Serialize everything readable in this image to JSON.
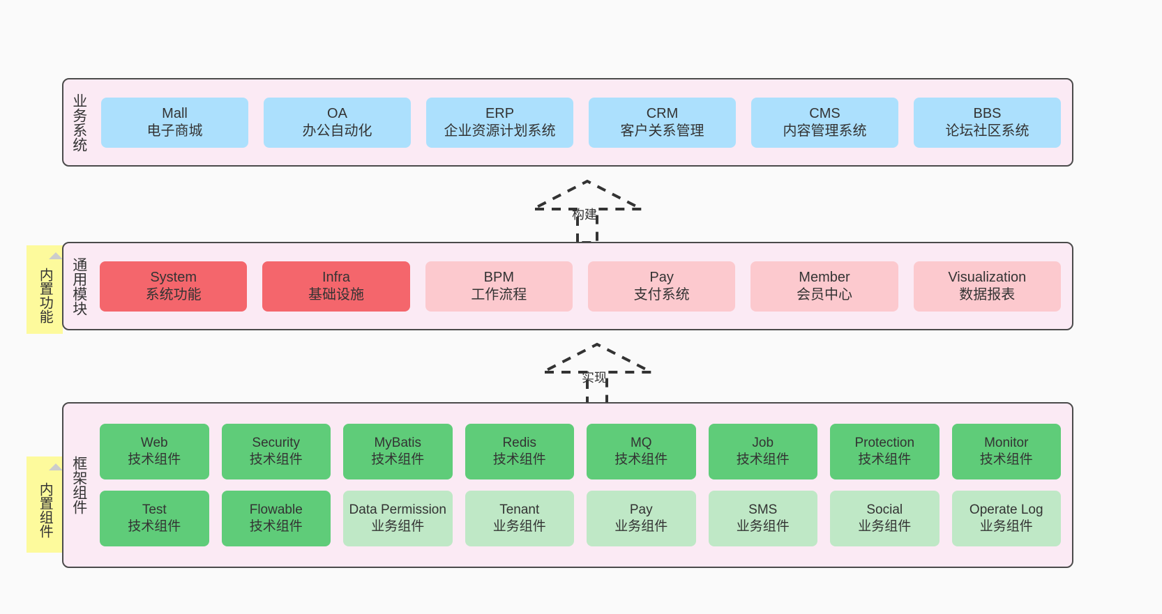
{
  "diagram": {
    "title": "System architecture layers",
    "background_color": "#fafafa",
    "panel_color": "#fbeaf4",
    "note_color": "#fdfa9c"
  },
  "layers": [
    {
      "id": "business",
      "title": "业务系统",
      "note": null,
      "rows": [
        {
          "cards": [
            {
              "name": "Mall",
              "desc": "电子商城",
              "color": "#ace0fd",
              "variant": "c-blue"
            },
            {
              "name": "OA",
              "desc": "办公自动化",
              "color": "#ace0fd",
              "variant": "c-blue"
            },
            {
              "name": "ERP",
              "desc": "企业资源计划系统",
              "color": "#ace0fd",
              "variant": "c-blue"
            },
            {
              "name": "CRM",
              "desc": "客户关系管理",
              "color": "#ace0fd",
              "variant": "c-blue"
            },
            {
              "name": "CMS",
              "desc": "内容管理系统",
              "color": "#ace0fd",
              "variant": "c-blue"
            },
            {
              "name": "BBS",
              "desc": "论坛社区系统",
              "color": "#ace0fd",
              "variant": "c-blue"
            }
          ]
        }
      ]
    },
    {
      "id": "common",
      "title": "通用模块",
      "note": "内置功能",
      "rows": [
        {
          "cards": [
            {
              "name": "System",
              "desc": "系统功能",
              "color": "#f4666c",
              "variant": "c-red"
            },
            {
              "name": "Infra",
              "desc": "基础设施",
              "color": "#f4666c",
              "variant": "c-red"
            },
            {
              "name": "BPM",
              "desc": "工作流程",
              "color": "#fcc9ce",
              "variant": "c-pink"
            },
            {
              "name": "Pay",
              "desc": "支付系统",
              "color": "#fcc9ce",
              "variant": "c-pink"
            },
            {
              "name": "Member",
              "desc": "会员中心",
              "color": "#fcc9ce",
              "variant": "c-pink"
            },
            {
              "name": "Visualization",
              "desc": "数据报表",
              "color": "#fcc9ce",
              "variant": "c-pink"
            }
          ]
        }
      ]
    },
    {
      "id": "framework",
      "title": "框架组件",
      "note": "内置组件",
      "rows": [
        {
          "cards": [
            {
              "name": "Web",
              "desc": "技术组件",
              "color": "#5fcc79",
              "variant": "c-green"
            },
            {
              "name": "Security",
              "desc": "技术组件",
              "color": "#5fcc79",
              "variant": "c-green"
            },
            {
              "name": "MyBatis",
              "desc": "技术组件",
              "color": "#5fcc79",
              "variant": "c-green"
            },
            {
              "name": "Redis",
              "desc": "技术组件",
              "color": "#5fcc79",
              "variant": "c-green"
            },
            {
              "name": "MQ",
              "desc": "技术组件",
              "color": "#5fcc79",
              "variant": "c-green"
            },
            {
              "name": "Job",
              "desc": "技术组件",
              "color": "#5fcc79",
              "variant": "c-green"
            },
            {
              "name": "Protection",
              "desc": "技术组件",
              "color": "#5fcc79",
              "variant": "c-green"
            },
            {
              "name": "Monitor",
              "desc": "技术组件",
              "color": "#5fcc79",
              "variant": "c-green"
            }
          ]
        },
        {
          "cards": [
            {
              "name": "Test",
              "desc": "技术组件",
              "color": "#5fcc79",
              "variant": "c-green"
            },
            {
              "name": "Flowable",
              "desc": "技术组件",
              "color": "#5fcc79",
              "variant": "c-green"
            },
            {
              "name": "Data Permission",
              "desc": "业务组件",
              "color": "#bfe8c6",
              "variant": "c-lightgreen"
            },
            {
              "name": "Tenant",
              "desc": "业务组件",
              "color": "#bfe8c6",
              "variant": "c-lightgreen"
            },
            {
              "name": "Pay",
              "desc": "业务组件",
              "color": "#bfe8c6",
              "variant": "c-lightgreen"
            },
            {
              "name": "SMS",
              "desc": "业务组件",
              "color": "#bfe8c6",
              "variant": "c-lightgreen"
            },
            {
              "name": "Social",
              "desc": "业务组件",
              "color": "#bfe8c6",
              "variant": "c-lightgreen"
            },
            {
              "name": "Operate Log",
              "desc": "业务组件",
              "color": "#bfe8c6",
              "variant": "c-lightgreen"
            }
          ]
        }
      ]
    }
  ],
  "connectors": [
    {
      "id": "build",
      "label": "构建",
      "style": "dashed-generalization",
      "direction": "up"
    },
    {
      "id": "impl",
      "label": "实现",
      "style": "dashed-generalization",
      "direction": "up"
    }
  ]
}
